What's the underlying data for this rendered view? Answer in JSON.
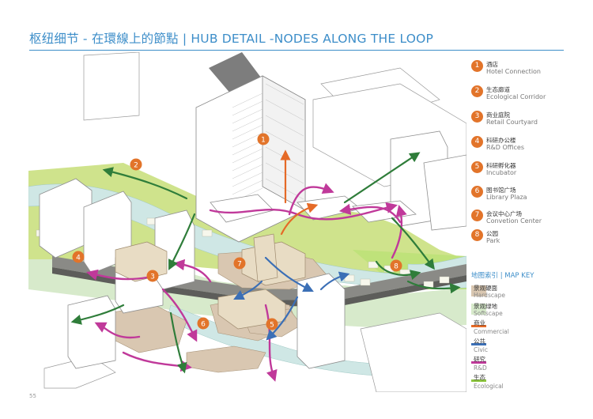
{
  "title": "枢纽细节 - 在環線上的節點 | HUB DETAIL -NODES ALONG THE LOOP",
  "page_number": "55",
  "colors": {
    "accent": "#3d8ec9",
    "marker": "#e2742a",
    "hardscape": "#d9c7b1",
    "softscape": "#d7eacb",
    "commercial": "#e56a27",
    "civic": "#3b6fb6",
    "research": "#c0399a",
    "ecological": "#8dc63f",
    "water": "#cfe7e5"
  },
  "nodes": [
    {
      "num": "1",
      "cn": "酒店",
      "en": "Hotel Connection"
    },
    {
      "num": "2",
      "cn": "生态廊道",
      "en": "Ecological Corridor"
    },
    {
      "num": "3",
      "cn": "商业庭院",
      "en": "Retail Courtyard"
    },
    {
      "num": "4",
      "cn": "科研办公楼",
      "en": "R&D Offices"
    },
    {
      "num": "5",
      "cn": "科研孵化器",
      "en": "Incubator"
    },
    {
      "num": "6",
      "cn": "图书馆广场",
      "en": "Library Plaza"
    },
    {
      "num": "7",
      "cn": "会议中心广场",
      "en": "Convetion Center"
    },
    {
      "num": "8",
      "cn": "公园",
      "en": "Park"
    }
  ],
  "map_key": {
    "title": "地图索引 | MAP KEY",
    "items": [
      {
        "cn": "景观硬面",
        "en": "Hardscape",
        "kind": "fill",
        "icon": "hardscape-swatch"
      },
      {
        "cn": "景观绿地",
        "en": "Softscape",
        "kind": "fill",
        "icon": "softscape-swatch"
      },
      {
        "cn": "商业",
        "en": "Commercial",
        "kind": "line",
        "icon": "commercial-line"
      },
      {
        "cn": "公共",
        "en": "Civic",
        "kind": "line",
        "icon": "civic-line"
      },
      {
        "cn": "研究",
        "en": "R&D",
        "kind": "line",
        "icon": "rd-line"
      },
      {
        "cn": "生态",
        "en": "Ecological",
        "kind": "line",
        "icon": "ecological-line"
      }
    ]
  }
}
